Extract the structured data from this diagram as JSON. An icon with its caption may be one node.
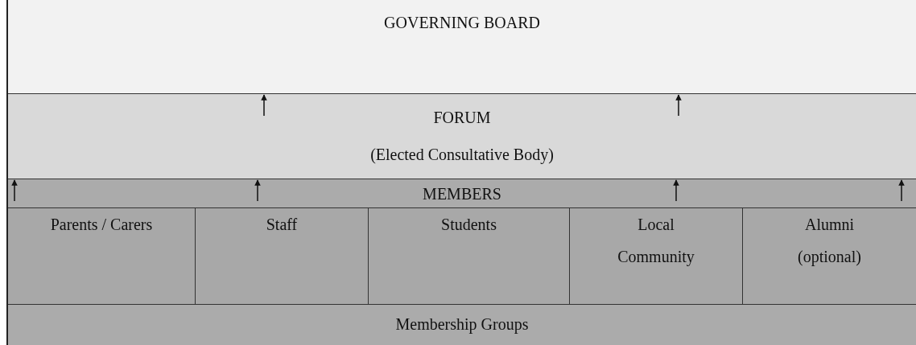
{
  "diagram": {
    "nodes": [
      {
        "text": [
          "GOVERNING BOARD"
        ]
      },
      {
        "text": [
          "FORUM",
          "(Elected Consultative Body)"
        ]
      },
      {
        "text": [
          "MEMBERS"
        ]
      },
      {
        "text": [
          "Parents / Carers"
        ]
      },
      {
        "text": [
          "Staff"
        ]
      },
      {
        "text": [
          "Students"
        ]
      },
      {
        "text": [
          "Local Community"
        ]
      },
      {
        "text": [
          "Alumni (optional)"
        ]
      },
      {
        "text": [
          "Membership Groups"
        ]
      }
    ],
    "edges": [
      {
        "from": 1,
        "to": 0,
        "arrow": "to"
      },
      {
        "from": 1,
        "to": 0,
        "arrow": "to"
      },
      {
        "from": 2,
        "to": 1,
        "arrow": "to"
      },
      {
        "from": 2,
        "to": 1,
        "arrow": "to"
      },
      {
        "from": 2,
        "to": 1,
        "arrow": "to"
      },
      {
        "from": 2,
        "to": 1,
        "arrow": "to"
      }
    ]
  }
}
